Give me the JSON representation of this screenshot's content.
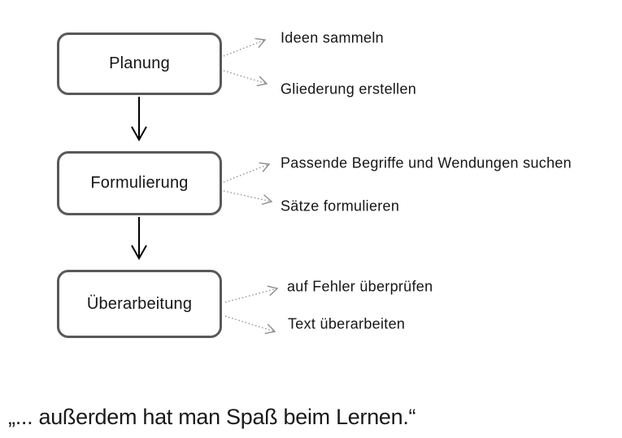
{
  "diagram": {
    "stages": [
      {
        "label": "Planung",
        "items": [
          "Ideen sammeln",
          "Gliederung erstellen"
        ]
      },
      {
        "label": "Formulierung",
        "items": [
          "Passende Begriffe und Wendungen suchen",
          "Sätze formulieren"
        ]
      },
      {
        "label": "Überarbeitung",
        "items": [
          "auf Fehler überprüfen",
          "Text überarbeiten"
        ]
      }
    ],
    "connectors": {
      "flow_arrow_style": "solid-open-v-down",
      "item_arrow_style": "dotted-open-chevron"
    },
    "colors": {
      "box_border": "#595959",
      "flow_arrow": "#000000",
      "dotted_arrow": "#8c8c8c",
      "text": "#161616"
    }
  },
  "quote": {
    "text": "„... außerdem hat man Spaß beim Lernen.“"
  }
}
